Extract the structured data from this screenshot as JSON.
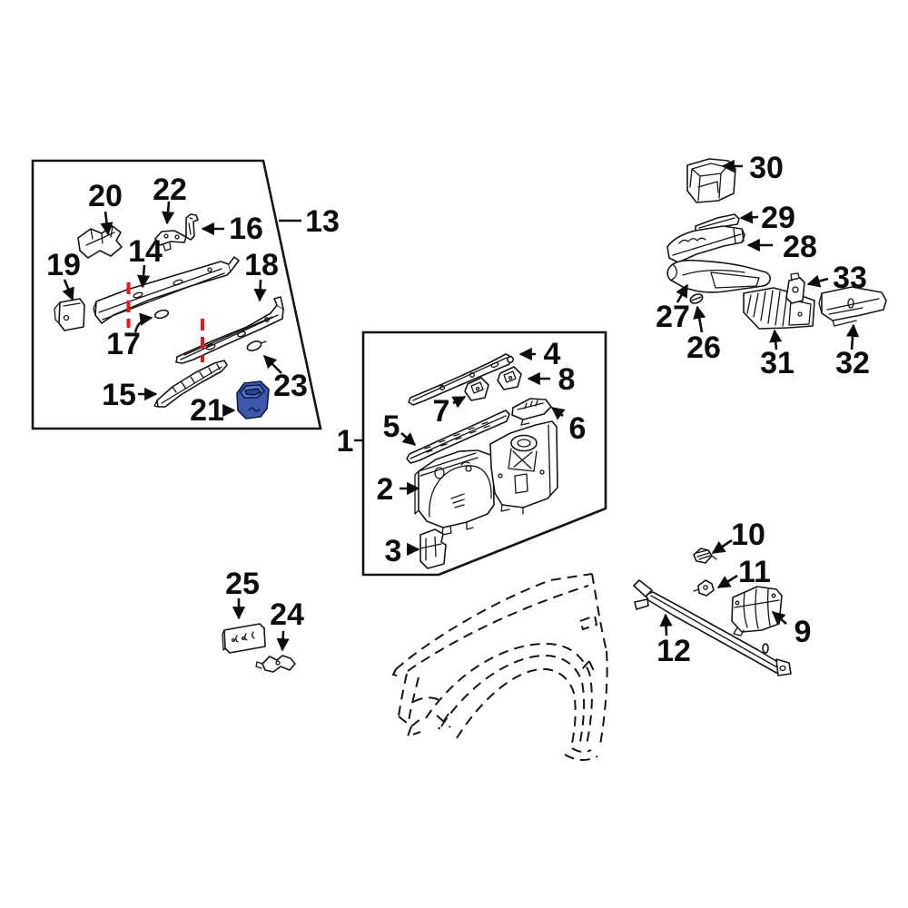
{
  "callouts": [
    {
      "label": "1"
    },
    {
      "label": "2"
    },
    {
      "label": "3"
    },
    {
      "label": "4"
    },
    {
      "label": "5"
    },
    {
      "label": "6"
    },
    {
      "label": "7"
    },
    {
      "label": "8"
    },
    {
      "label": "9"
    },
    {
      "label": "10"
    },
    {
      "label": "11"
    },
    {
      "label": "12"
    },
    {
      "label": "13"
    },
    {
      "label": "14"
    },
    {
      "label": "15"
    },
    {
      "label": "16"
    },
    {
      "label": "17"
    },
    {
      "label": "18"
    },
    {
      "label": "19"
    },
    {
      "label": "20"
    },
    {
      "label": "21"
    },
    {
      "label": "22"
    },
    {
      "label": "23"
    },
    {
      "label": "24"
    },
    {
      "label": "25"
    },
    {
      "label": "26"
    },
    {
      "label": "27"
    },
    {
      "label": "28"
    },
    {
      "label": "29"
    },
    {
      "label": "30"
    },
    {
      "label": "31"
    },
    {
      "label": "32"
    },
    {
      "label": "33"
    }
  ],
  "highlight": {
    "applies_to_callout": "21",
    "fill_color": "#3c59ae",
    "rim_color": "#5d7ac9",
    "interior_color": "#2c459c",
    "outline_color": "#0d1b45"
  },
  "reference_markers": {
    "style": "vertical-dashed-line",
    "color": "#e8141b",
    "count": 2
  },
  "artwork": {
    "line_color": "#141414",
    "background_color": "#ffffff"
  }
}
